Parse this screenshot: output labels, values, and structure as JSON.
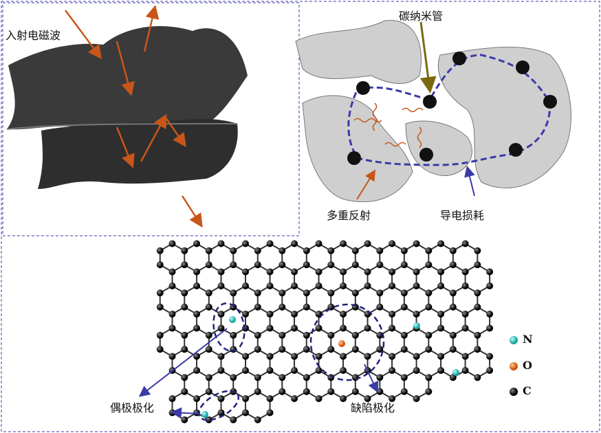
{
  "panel_a": {
    "incident_label": "入射电磁波"
  },
  "panel_b": {
    "cnt_label": "碳纳米管",
    "reflection_label": "多重反射",
    "conduction_label": "导电损耗"
  },
  "panel_c": {
    "dipole_label": "偶极极化",
    "defect_label": "缺陷极化",
    "legend": [
      {
        "symbol": "N",
        "color": "#2fd0c8"
      },
      {
        "symbol": "O",
        "color": "#e8741e"
      },
      {
        "symbol": "C",
        "color": "#111111"
      }
    ]
  },
  "colors": {
    "arrow_orange": "#c8561a",
    "dashed_blue": "#3a3aa8",
    "cnt_arrow": "#7a6a10",
    "sheet": "#333333",
    "blob": "#cfcfcf"
  }
}
